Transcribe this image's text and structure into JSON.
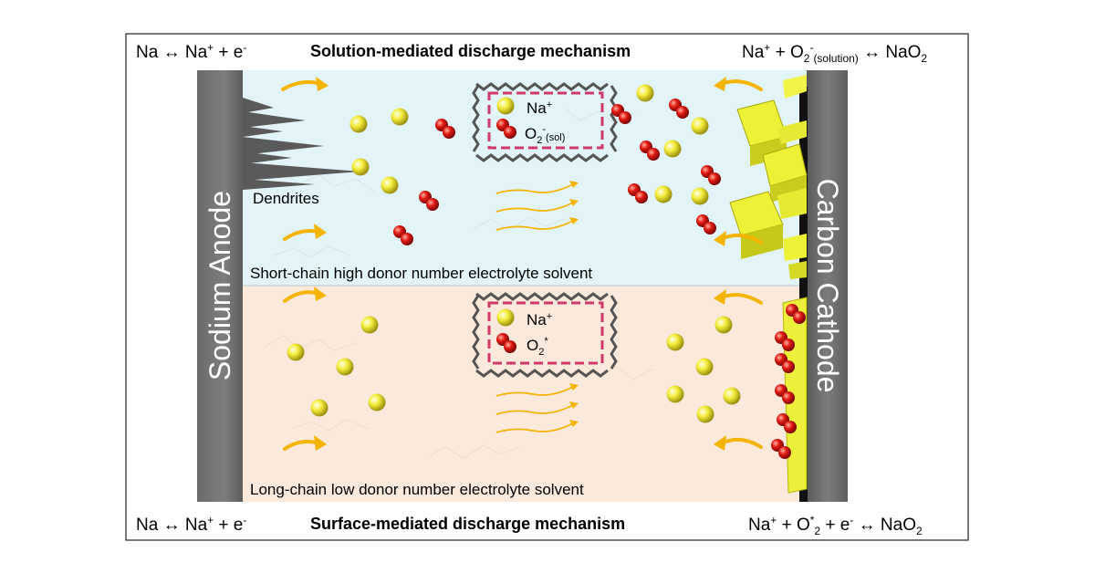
{
  "top": {
    "title": "Solution-mediated discharge mechanism",
    "left_eq": {
      "a": "Na ↔ Na",
      "b": "+",
      "c": " + e",
      "d": "-"
    },
    "right_eq": {
      "a": "Na",
      "b": "+",
      "c": " + O",
      "d": "2",
      "e": "-",
      "f": "(solution)",
      "g": " ↔ NaO",
      "h": "2"
    },
    "region_label": "Short-chain high donor number electrolyte solvent",
    "dendrites": "Dendrites",
    "box": {
      "na": "Na",
      "na_sup": "+",
      "o": "O",
      "o_sub": "2",
      "o_sup": "-",
      "o_sub2": "(sol)"
    }
  },
  "bottom": {
    "title": "Surface-mediated discharge mechanism",
    "left_eq": {
      "a": "Na ↔ Na",
      "b": "+",
      "c": " + e",
      "d": "-"
    },
    "right_eq": {
      "a": "Na",
      "b": "+",
      "c": " + O",
      "d": "*",
      "e": "2",
      "f": " + e",
      "g": "-",
      "h": " ↔ NaO",
      "i": "2"
    },
    "region_label": "Long-chain low donor number electrolyte solvent",
    "box": {
      "na": "Na",
      "na_sup": "+",
      "o": "O",
      "o_sub": "2",
      "o_sup": "*"
    }
  },
  "anode_label": "Sodium Anode",
  "cathode_label": "Carbon Cathode",
  "colors": {
    "top_bg": "#e2f4f8",
    "bottom_bg": "#fbeadb",
    "anode": "#707070",
    "cathode": "#6a6a6a",
    "arrow": "#f4b400",
    "sodium": "#f0e830",
    "oxygen": "#dd1111",
    "box_border": "#d03a6a"
  }
}
